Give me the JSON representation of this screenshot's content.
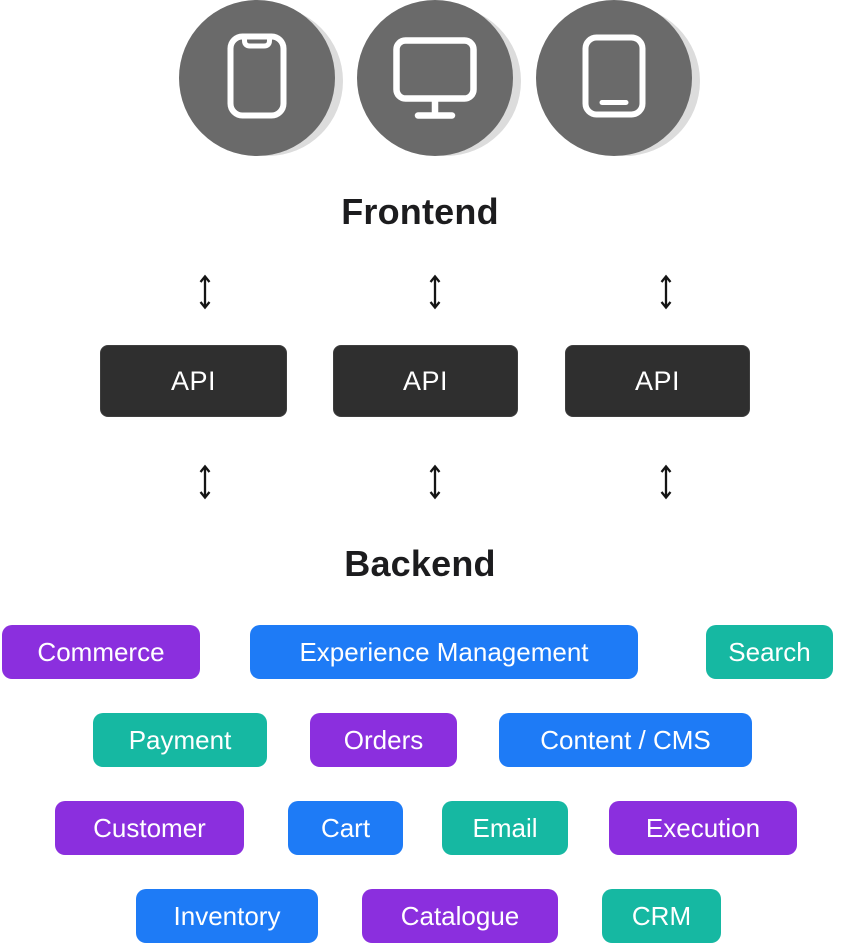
{
  "colors": {
    "purple": "#8B2FDE",
    "blue": "#1E7BF6",
    "teal": "#16B8A2",
    "api_box": "#2F2F2F",
    "device_circle": "#6A6A6A",
    "heading_text": "#1C1C1E",
    "pill_text": "#FFFFFF"
  },
  "icons": {
    "devices": [
      "smartphone-icon",
      "desktop-monitor-icon",
      "tablet-icon"
    ],
    "connector": "vertical-double-arrow-icon"
  },
  "headings": {
    "frontend": "Frontend",
    "backend": "Backend"
  },
  "api_boxes": [
    {
      "label": "API"
    },
    {
      "label": "API"
    },
    {
      "label": "API"
    }
  ],
  "services": [
    {
      "label": "Commerce",
      "color": "purple"
    },
    {
      "label": "Experience Management",
      "color": "blue"
    },
    {
      "label": "Search",
      "color": "teal"
    },
    {
      "label": "Payment",
      "color": "teal"
    },
    {
      "label": "Orders",
      "color": "purple"
    },
    {
      "label": "Content / CMS",
      "color": "blue"
    },
    {
      "label": "Customer",
      "color": "purple"
    },
    {
      "label": "Cart",
      "color": "blue"
    },
    {
      "label": "Email",
      "color": "teal"
    },
    {
      "label": "Execution",
      "color": "purple"
    },
    {
      "label": "Inventory",
      "color": "blue"
    },
    {
      "label": "Catalogue",
      "color": "purple"
    },
    {
      "label": "CRM",
      "color": "teal"
    }
  ]
}
